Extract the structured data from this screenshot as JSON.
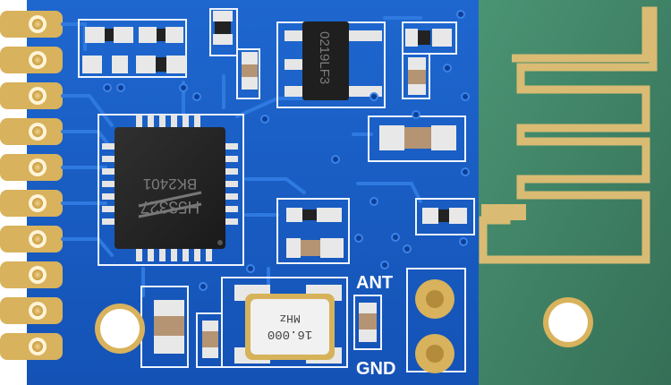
{
  "photo": {
    "subject": "2.4GHz wireless transceiver module",
    "silkscreen": {
      "antenna_label": "ANT",
      "ground_label": "GND"
    },
    "crystal": {
      "frequency": "16.000",
      "unit": "MHz"
    },
    "regulator": {
      "marking": "0219LF3"
    },
    "main_chip": {
      "marking_line1": "H53327",
      "marking_line2": "BK2401"
    },
    "colors": {
      "pcb_blue": "#1a5fc4",
      "pcb_dark": "#0f4aa8",
      "antenna_green": "#3f8a68",
      "gold": "#d8b25c",
      "silver": "#e9e9e9",
      "chip_black": "#222222"
    },
    "edge_pads": 10
  }
}
